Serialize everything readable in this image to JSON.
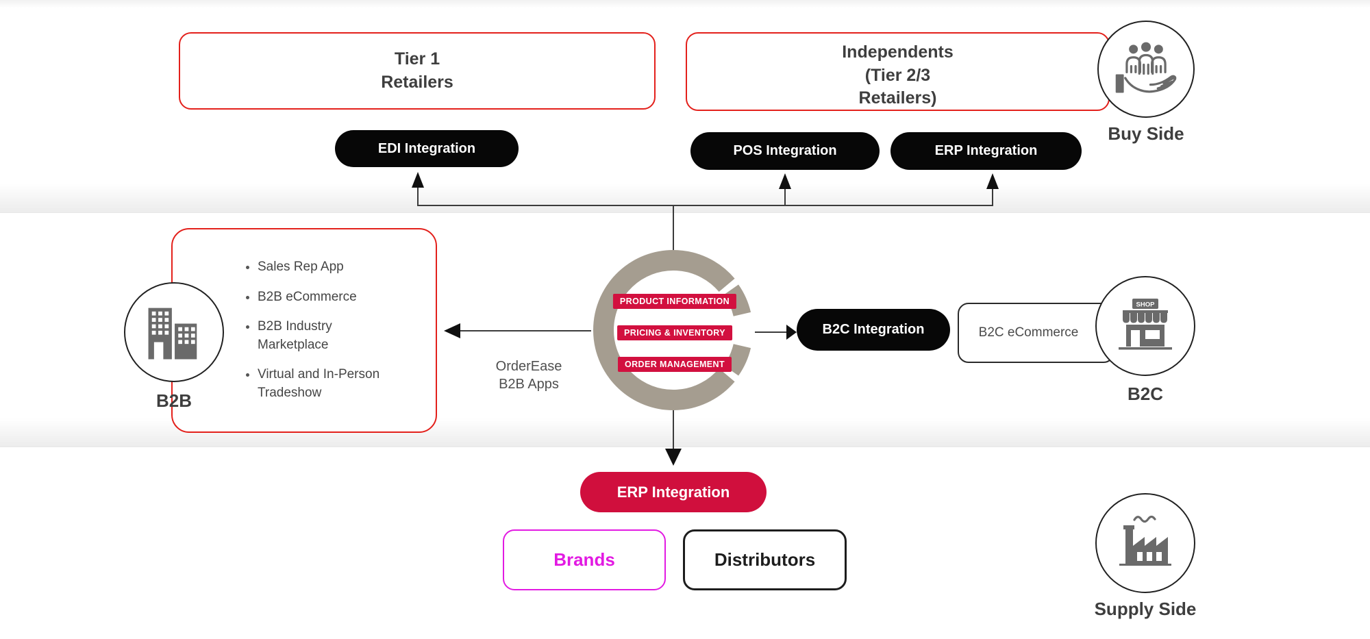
{
  "colors": {
    "red_outline": "#e3201b",
    "crimson": "#d00f3d",
    "magenta": "#e21ae2",
    "black_pill": "#070707",
    "ring_taupe": "#a59d90",
    "icon_gray": "#6a6a6a",
    "text_dark": "#3e3e3e",
    "connector_line": "#3b3b3b"
  },
  "buy_side": {
    "tier1_box": "Tier 1\nRetailers",
    "independents_box": "Independents\n(Tier 2/3\nRetailers)",
    "edi_pill": "EDI Integration",
    "pos_pill": "POS Integration",
    "erp_pill": "ERP Integration",
    "label": "Buy Side"
  },
  "b2b": {
    "items": [
      "Sales Rep App",
      "B2B eCommerce",
      "B2B Industry\nMarketplace",
      "Virtual and In-Person\nTradeshow"
    ],
    "label": "B2B"
  },
  "logo": {
    "badges": [
      "PRODUCT INFORMATION",
      "PRICING & INVENTORY",
      "ORDER MANAGEMENT"
    ],
    "caption": "OrderEase\nB2B Apps"
  },
  "b2c": {
    "integration_pill": "B2C Integration",
    "ecommerce_box": "B2C eCommerce",
    "label": "B2C"
  },
  "supply_side": {
    "erp_pill": "ERP Integration",
    "brands_box": "Brands",
    "distributors_box": "Distributors",
    "label": "Supply Side"
  },
  "icons": {
    "buy_side_icon": "customers-in-hand",
    "b2b_icon": "office-buildings",
    "b2c_icon": "shop-storefront",
    "supply_icon": "factory",
    "shop_sign": "SHOP"
  }
}
